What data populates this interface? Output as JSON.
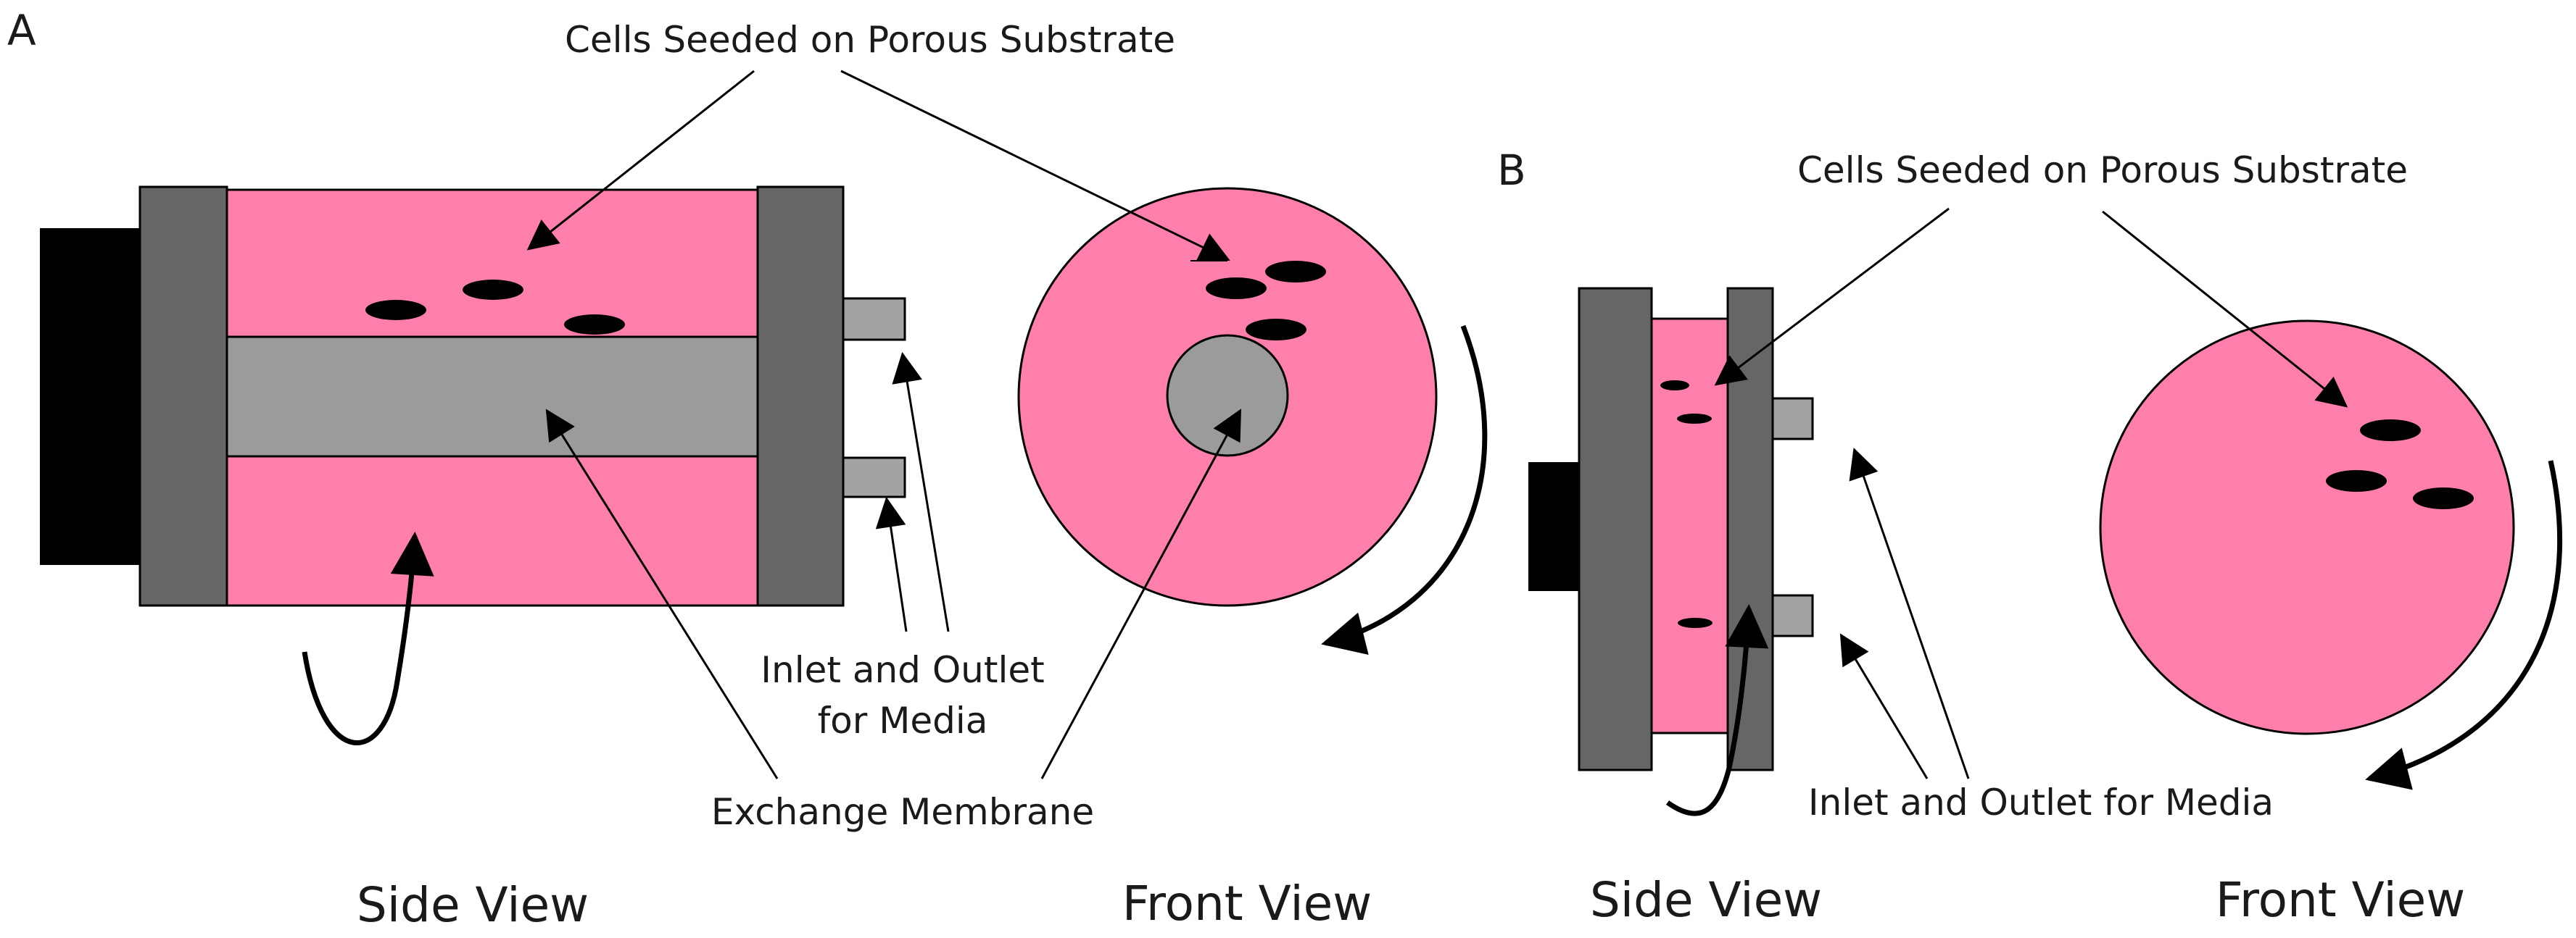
{
  "panels": {
    "a": {
      "letter": "A",
      "cells_label": "Cells Seeded on Porous Substrate",
      "inlet_outlet_line1": "Inlet and Outlet",
      "inlet_outlet_line2": "for Media",
      "membrane_label": "Exchange Membrane",
      "side_view_label": "Side View",
      "front_view_label": "Front View"
    },
    "b": {
      "letter": "B",
      "cells_label": "Cells Seeded on Porous Substrate",
      "inlet_outlet_label": "Inlet and Outlet for Media",
      "side_view_label": "Side View",
      "front_view_label": "Front View"
    }
  },
  "colors": {
    "medium": "#ff7fac",
    "frame": "#666666",
    "membrane": "#9b9b9b",
    "motor": "#000000",
    "port": "#a3a3a3"
  }
}
